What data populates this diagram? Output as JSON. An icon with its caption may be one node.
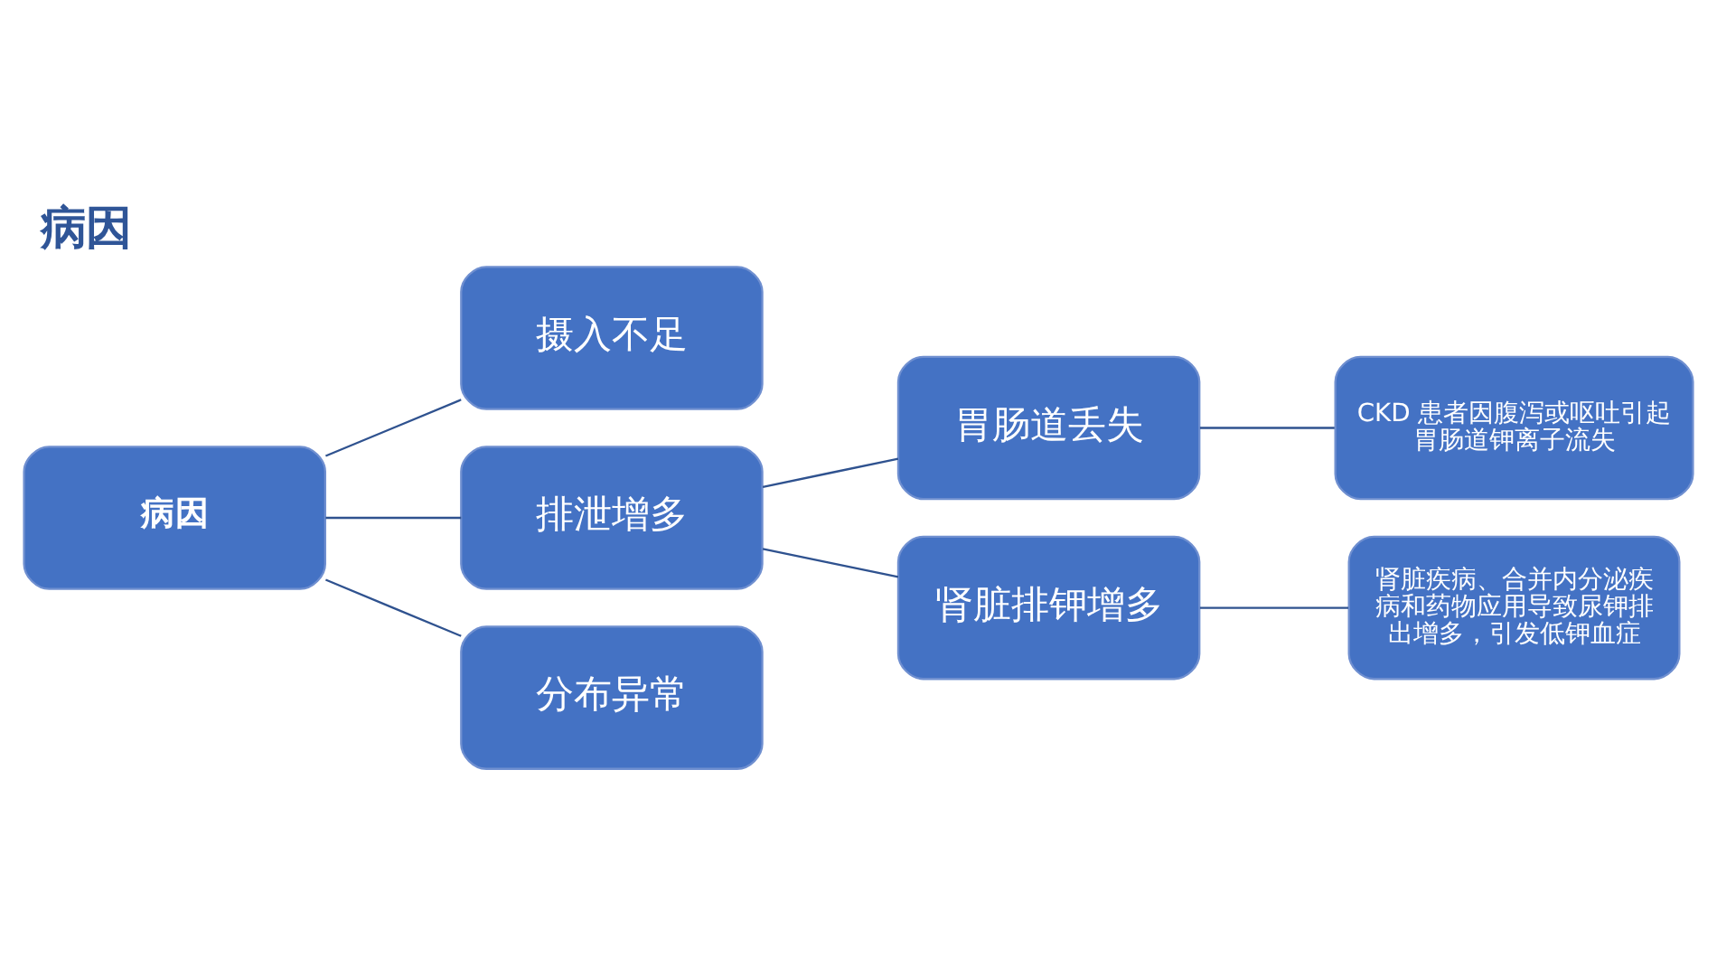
{
  "diagram": {
    "title": "病因",
    "nodes": [
      {
        "text": [
          "病因"
        ]
      },
      {
        "text": [
          "摄入不足"
        ]
      },
      {
        "text": [
          "排泄增多"
        ]
      },
      {
        "text": [
          "分布异常"
        ]
      },
      {
        "text": [
          "胃肠道丢失"
        ]
      },
      {
        "text": [
          "肾脏排钾增多"
        ]
      },
      {
        "text": [
          "CKD 患者因腹泻或呕吐引起胃肠道钾离子流失"
        ]
      },
      {
        "text": [
          "肾脏疾病、合并内分泌疾病和药物应用导致尿钾排出增多，引发低钾血症"
        ]
      }
    ],
    "edges": [
      {
        "from": 0,
        "to": 1,
        "arrow": "none"
      },
      {
        "from": 0,
        "to": 2,
        "arrow": "none"
      },
      {
        "from": 0,
        "to": 3,
        "arrow": "none"
      },
      {
        "from": 2,
        "to": 4,
        "arrow": "none"
      },
      {
        "from": 2,
        "to": 5,
        "arrow": "none"
      },
      {
        "from": 4,
        "to": 6,
        "arrow": "none"
      },
      {
        "from": 5,
        "to": 7,
        "arrow": "none"
      }
    ]
  }
}
